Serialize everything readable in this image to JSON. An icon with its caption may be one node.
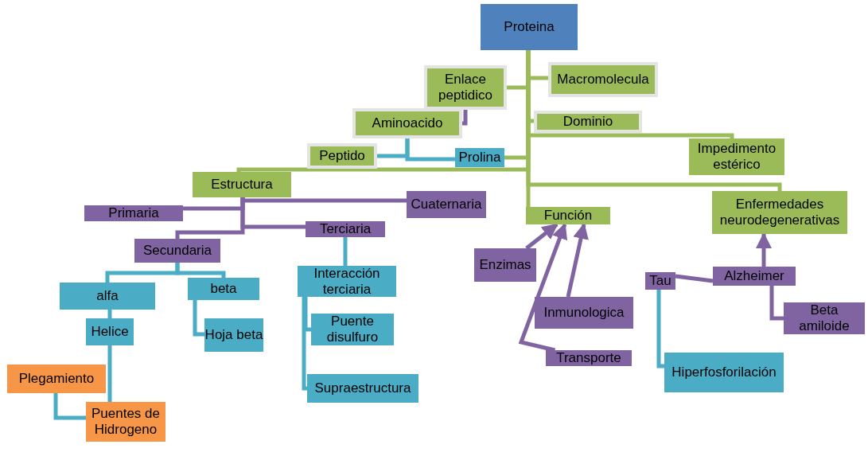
{
  "diagram": {
    "nodes": [
      {
        "text": [
          "Proteina"
        ]
      },
      {
        "text": [
          "Enlace peptidico"
        ]
      },
      {
        "text": [
          "Macromolecula"
        ]
      },
      {
        "text": [
          "Aminoacido"
        ]
      },
      {
        "text": [
          "Dominio"
        ]
      },
      {
        "text": [
          "Peptido"
        ]
      },
      {
        "text": [
          "Prolina"
        ]
      },
      {
        "text": [
          "Impedimento estérico"
        ]
      },
      {
        "text": [
          "Estructura"
        ]
      },
      {
        "text": [
          "Cuaternaria"
        ]
      },
      {
        "text": [
          "Enfermedades neurodegenerativas"
        ]
      },
      {
        "text": [
          "Primaria"
        ]
      },
      {
        "text": [
          "Terciaria"
        ]
      },
      {
        "text": [
          "Función"
        ]
      },
      {
        "text": [
          "Secundaria"
        ]
      },
      {
        "text": [
          "Interacción terciaria"
        ]
      },
      {
        "text": [
          "Enzimas"
        ]
      },
      {
        "text": [
          "alfa"
        ]
      },
      {
        "text": [
          "beta"
        ]
      },
      {
        "text": [
          "Tau"
        ]
      },
      {
        "text": [
          "Alzheimer"
        ]
      },
      {
        "text": [
          "Helice"
        ]
      },
      {
        "text": [
          "Hoja beta"
        ]
      },
      {
        "text": [
          "Puente disulfuro"
        ]
      },
      {
        "text": [
          "Inmunologica"
        ]
      },
      {
        "text": [
          "Beta amiloide"
        ]
      },
      {
        "text": [
          "Plegamiento"
        ]
      },
      {
        "text": [
          "Transporte"
        ]
      },
      {
        "text": [
          "Supraestructura"
        ]
      },
      {
        "text": [
          "Hiperfosforilación"
        ]
      },
      {
        "text": [
          "Puentes de Hidrogeno"
        ]
      }
    ],
    "edges": [
      {
        "from": 0,
        "to": 1,
        "arrow": "none",
        "color": "#9bbb59"
      },
      {
        "from": 0,
        "to": 2,
        "arrow": "none",
        "color": "#9bbb59"
      },
      {
        "from": 0,
        "to": 4,
        "arrow": "none",
        "color": "#9bbb59"
      },
      {
        "from": 0,
        "to": 7,
        "arrow": "none",
        "color": "#9bbb59"
      },
      {
        "from": 0,
        "to": 10,
        "arrow": "none",
        "color": "#9bbb59"
      },
      {
        "from": 0,
        "to": 6,
        "arrow": "none",
        "color": "#9bbb59"
      },
      {
        "from": 0,
        "to": 13,
        "arrow": "none",
        "color": "#9bbb59"
      },
      {
        "from": 0,
        "to": 8,
        "arrow": "none",
        "color": "#9bbb59"
      },
      {
        "from": 1,
        "to": 3,
        "arrow": "none",
        "color": "#8064a2"
      },
      {
        "from": 3,
        "to": 5,
        "arrow": "none",
        "color": "#4bacc6"
      },
      {
        "from": 3,
        "to": 6,
        "arrow": "none",
        "color": "#4bacc6"
      },
      {
        "from": 8,
        "to": 11,
        "arrow": "none",
        "color": "#8064a2"
      },
      {
        "from": 8,
        "to": 9,
        "arrow": "none",
        "color": "#8064a2"
      },
      {
        "from": 8,
        "to": 12,
        "arrow": "none",
        "color": "#8064a2"
      },
      {
        "from": 8,
        "to": 14,
        "arrow": "none",
        "color": "#8064a2"
      },
      {
        "from": 14,
        "to": 17,
        "arrow": "none",
        "color": "#4bacc6"
      },
      {
        "from": 14,
        "to": 18,
        "arrow": "none",
        "color": "#4bacc6"
      },
      {
        "from": 17,
        "to": 21,
        "arrow": "none",
        "color": "#4bacc6"
      },
      {
        "from": 21,
        "to": 30,
        "arrow": "none",
        "color": "#4bacc6"
      },
      {
        "from": 26,
        "to": 30,
        "arrow": "none",
        "color": "#4bacc6"
      },
      {
        "from": 18,
        "to": 22,
        "arrow": "none",
        "color": "#4bacc6"
      },
      {
        "from": 12,
        "to": 15,
        "arrow": "none",
        "color": "#4bacc6"
      },
      {
        "from": 15,
        "to": 23,
        "arrow": "none",
        "color": "#4bacc6"
      },
      {
        "from": 15,
        "to": 28,
        "arrow": "none",
        "color": "#4bacc6"
      },
      {
        "from": 16,
        "to": 13,
        "arrow": "to",
        "color": "#8064a2"
      },
      {
        "from": 24,
        "to": 13,
        "arrow": "to",
        "color": "#8064a2"
      },
      {
        "from": 27,
        "to": 13,
        "arrow": "to",
        "color": "#8064a2"
      },
      {
        "from": 20,
        "to": 10,
        "arrow": "to",
        "color": "#8064a2"
      },
      {
        "from": 20,
        "to": 19,
        "arrow": "none",
        "color": "#8064a2"
      },
      {
        "from": 20,
        "to": 25,
        "arrow": "none",
        "color": "#8064a2"
      },
      {
        "from": 19,
        "to": 29,
        "arrow": "none",
        "color": "#4bacc6"
      }
    ]
  }
}
